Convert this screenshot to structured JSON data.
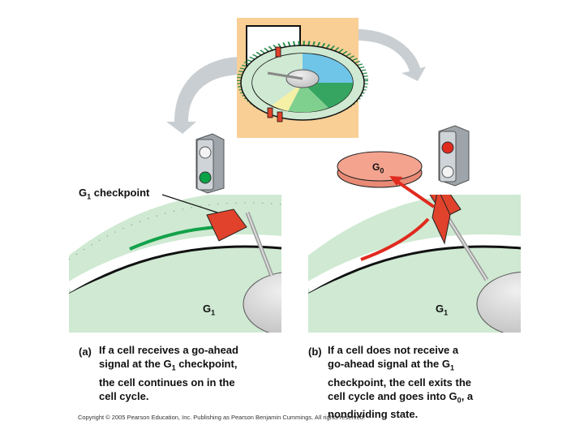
{
  "labels": {
    "g1_checkpoint": "G",
    "g1_checkpoint_sub": "1",
    "g1_checkpoint_tail": " checkpoint",
    "g0": "G",
    "g0_sub": "0",
    "g1_left": "G",
    "g1_left_sub": "1",
    "g1_right": "G",
    "g1_right_sub": "1"
  },
  "captions": {
    "a_tag": "(a)",
    "a_l1": "If a cell receives a go-ahead",
    "a_l2a": "signal at the G",
    "a_l2sub": "1",
    "a_l2b": " checkpoint,",
    "a_l3": "the cell continues on in the",
    "a_l4": "cell cycle.",
    "b_tag": "(b)",
    "b_l1": "If a cell does not receive a",
    "b_l2a": "go-ahead signal at the G",
    "b_l2sub": "1",
    "b_l3": "checkpoint, the cell exits the",
    "b_l4a": "cell cycle and goes into G",
    "b_l4sub": "0",
    "b_l4b": ", a",
    "b_l5": "nondividing state."
  },
  "copyright": "Copyright © 2005 Pearson Education, Inc. Publishing as Pearson Benjamin Cummings. All rights reserved.",
  "colors": {
    "ring_green": "#cfe9d2",
    "checkpoint_red": "#e0422b",
    "g0_disk": "#f4a38f",
    "arrow_green": "#13a24a",
    "arrow_red": "#e02a1e",
    "inset_bg": "#f9cf95",
    "gray_arrow": "#c9ced2"
  }
}
